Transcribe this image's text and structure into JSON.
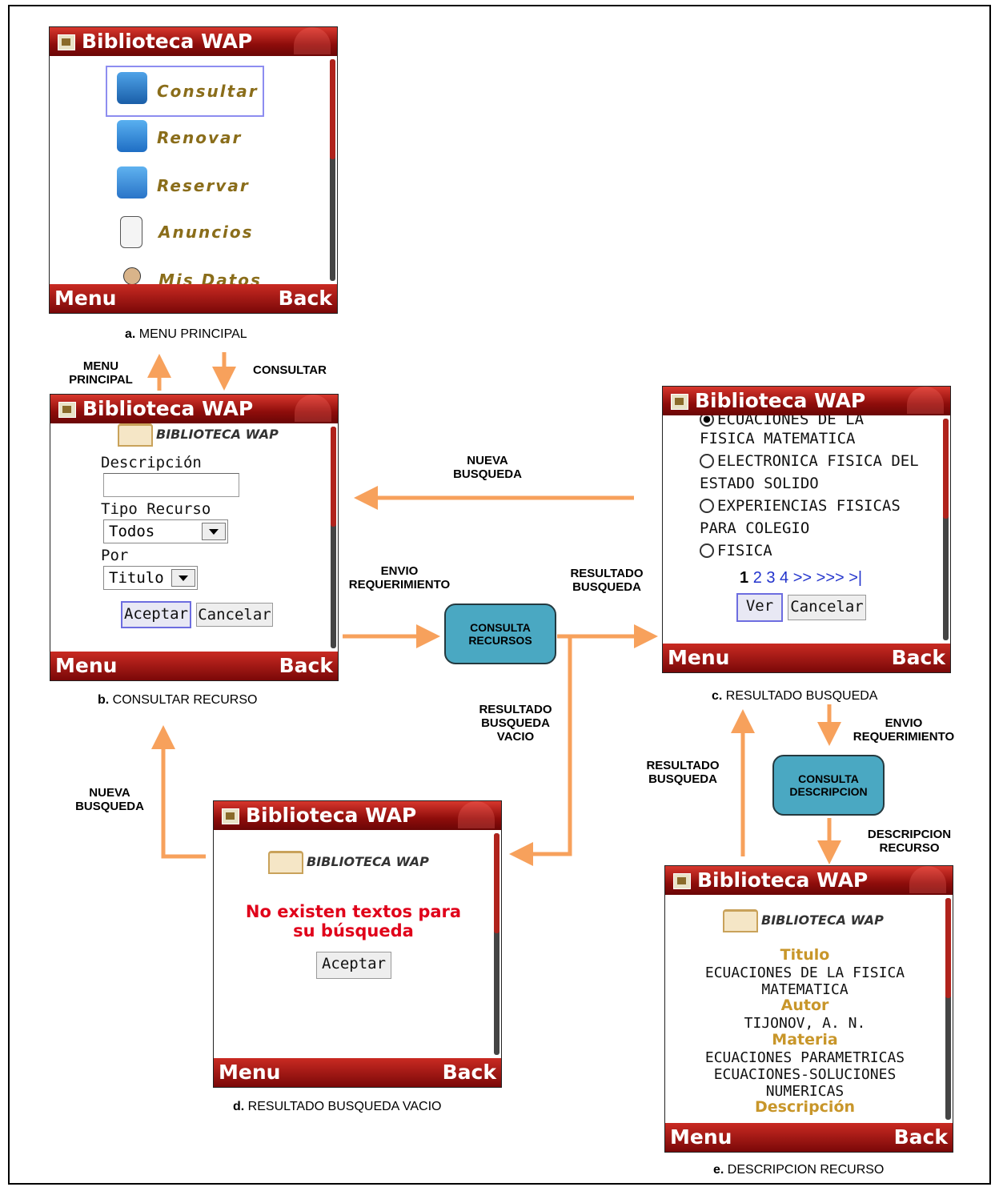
{
  "app_title": "Biblioteca WAP",
  "softkeys": {
    "left": "Menu",
    "right": "Back"
  },
  "logo_text": "BIBLIOTECA WAP",
  "screens": {
    "a": {
      "caption_letter": "a.",
      "caption_text": "MENU PRINCIPAL",
      "items": [
        {
          "label": "Consultar",
          "icon": "search-icon"
        },
        {
          "label": "Renovar",
          "icon": "renew-icon"
        },
        {
          "label": "Reservar",
          "icon": "reserve-icon"
        },
        {
          "label": "Anuncios",
          "icon": "note-icon"
        },
        {
          "label": "Mis Datos",
          "icon": "user-icon"
        }
      ]
    },
    "b": {
      "caption_letter": "b.",
      "caption_text": "CONSULTAR RECURSO",
      "desc_label": "Descripción",
      "desc_value": "",
      "tipo_label": "Tipo Recurso",
      "tipo_value": "Todos",
      "por_label": "Por",
      "por_value": "Titulo",
      "accept": "Aceptar",
      "cancel": "Cancelar"
    },
    "c": {
      "caption_letter": "c.",
      "caption_text": "RESULTADO BUSQUEDA",
      "results": [
        {
          "l1": "ECUACIONES DE LA",
          "l2": "FISICA MATEMATICA",
          "selected": true
        },
        {
          "l1": "ELECTRONICA FISICA DEL",
          "l2": "ESTADO SOLIDO",
          "selected": false
        },
        {
          "l1": "EXPERIENCIAS FISICAS",
          "l2": "PARA COLEGIO",
          "selected": false
        },
        {
          "l1": "FISICA",
          "l2": "",
          "selected": false
        }
      ],
      "pager_current": "1",
      "pager_rest": "2 3 4 >> >>> >|",
      "view": "Ver",
      "cancel": "Cancelar"
    },
    "d": {
      "caption_letter": "d.",
      "caption_text": "RESULTADO BUSQUEDA VACIO",
      "message_l1": "No existen textos para",
      "message_l2": "su búsqueda",
      "accept": "Aceptar"
    },
    "e": {
      "caption_letter": "e.",
      "caption_text": "DESCRIPCION RECURSO",
      "titulo_label": "Titulo",
      "titulo_l1": "ECUACIONES DE LA FISICA",
      "titulo_l2": "MATEMATICA",
      "autor_label": "Autor",
      "autor_value": "TIJONOV, A. N.",
      "materia_label": "Materia",
      "materia_l1": "ECUACIONES PARAMETRICAS",
      "materia_l2": "ECUACIONES-SOLUCIONES",
      "materia_l3": "NUMERICAS",
      "descripcion_label": "Descripción"
    }
  },
  "processes": {
    "consulta_recursos": "CONSULTA RECURSOS",
    "consulta_descripcion": "CONSULTA DESCRIPCION"
  },
  "flow_labels": {
    "menu_principal": "MENU PRINCIPAL",
    "consultar": "CONSULTAR",
    "nueva_busqueda_top": "NUEVA BUSQUEDA",
    "envio_req_left": "ENVIO REQUERIMIENTO",
    "resultado_busqueda_mid": "RESULTADO BUSQUEDA",
    "resultado_vacio": "RESULTADO BUSQUEDA VACIO",
    "nueva_busqueda_left": "NUEVA BUSQUEDA",
    "envio_req_right": "ENVIO REQUERIMIENTO",
    "resultado_busqueda_right": "RESULTADO BUSQUEDA",
    "descripcion_recurso": "DESCRIPCION RECURSO"
  },
  "colors": {
    "arrow": "#f7a15c",
    "process_fill": "#4aa8c2",
    "title_bar": "#8e0d0b"
  }
}
